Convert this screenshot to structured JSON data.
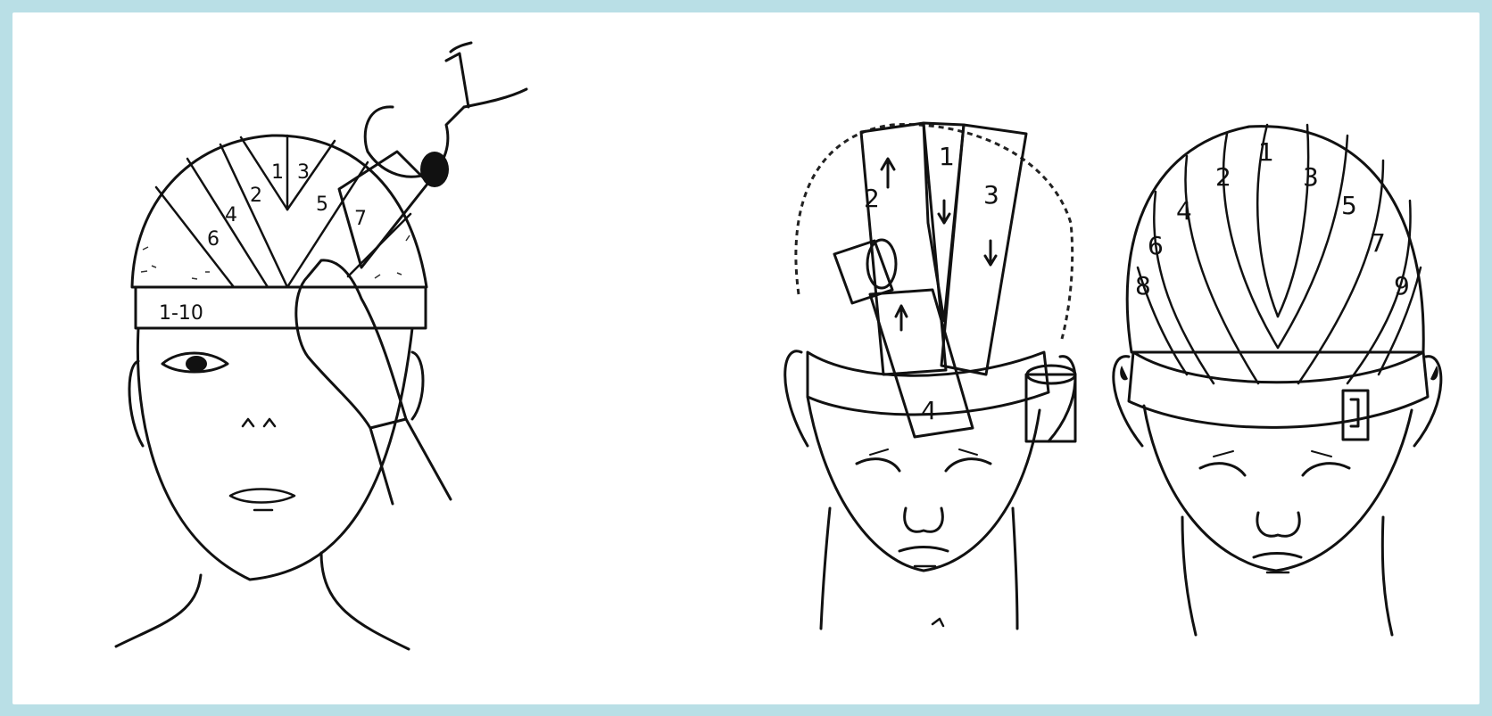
{
  "figure_left": {
    "band_label": "1-10",
    "turn_labels": [
      "1",
      "3",
      "2",
      "5",
      "4",
      "7",
      "6"
    ]
  },
  "figure_middle": {
    "turn_labels": [
      "1",
      "2",
      "3",
      "4"
    ]
  },
  "figure_right": {
    "turn_labels": [
      "1",
      "2",
      "3",
      "4",
      "5",
      "6",
      "7",
      "8",
      "9"
    ]
  }
}
